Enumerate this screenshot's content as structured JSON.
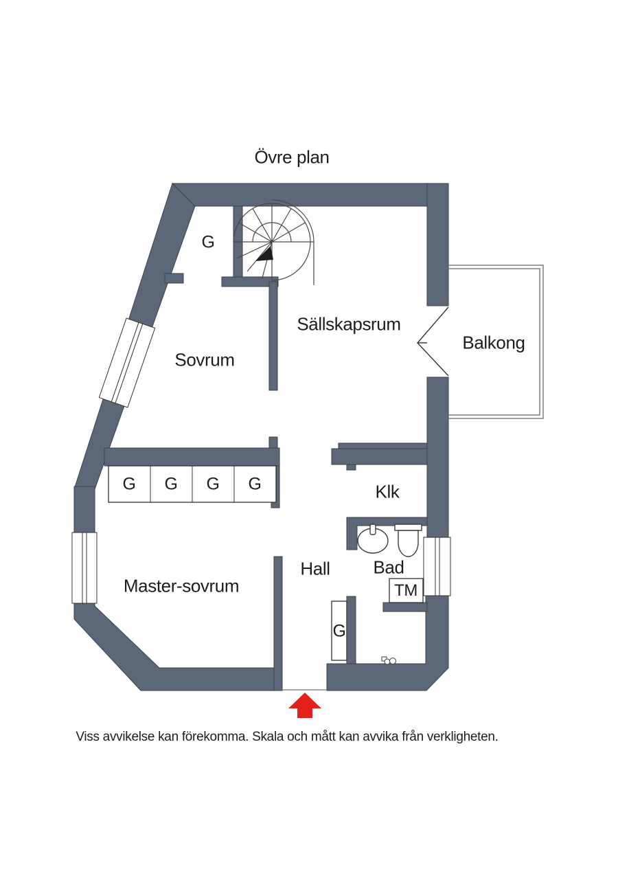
{
  "title": "Övre plan",
  "floor_plan": {
    "rooms": {
      "sovrum": "Sovrum",
      "sallskapsrum": "Sällskapsrum",
      "balkong": "Balkong",
      "master_sovrum": "Master-sovrum",
      "hall": "Hall",
      "bad": "Bad",
      "klk": "Klk",
      "tm": "TM"
    },
    "closets": {
      "top": "G",
      "row": [
        "G",
        "G",
        "G",
        "G"
      ],
      "hall": "G"
    },
    "icons": {
      "staircase": "spiral-staircase",
      "entrance_arrow": "entrance-arrow",
      "sink": "sink",
      "toilet": "toilet",
      "balcony_door": "balcony-door-swing"
    },
    "colors": {
      "wall": "#5c6878",
      "arrow": "#e32119",
      "background": "#ffffff"
    }
  },
  "disclaimer": "Viss avvikelse kan förekomma. Skala och mått kan avvika från verkligheten."
}
